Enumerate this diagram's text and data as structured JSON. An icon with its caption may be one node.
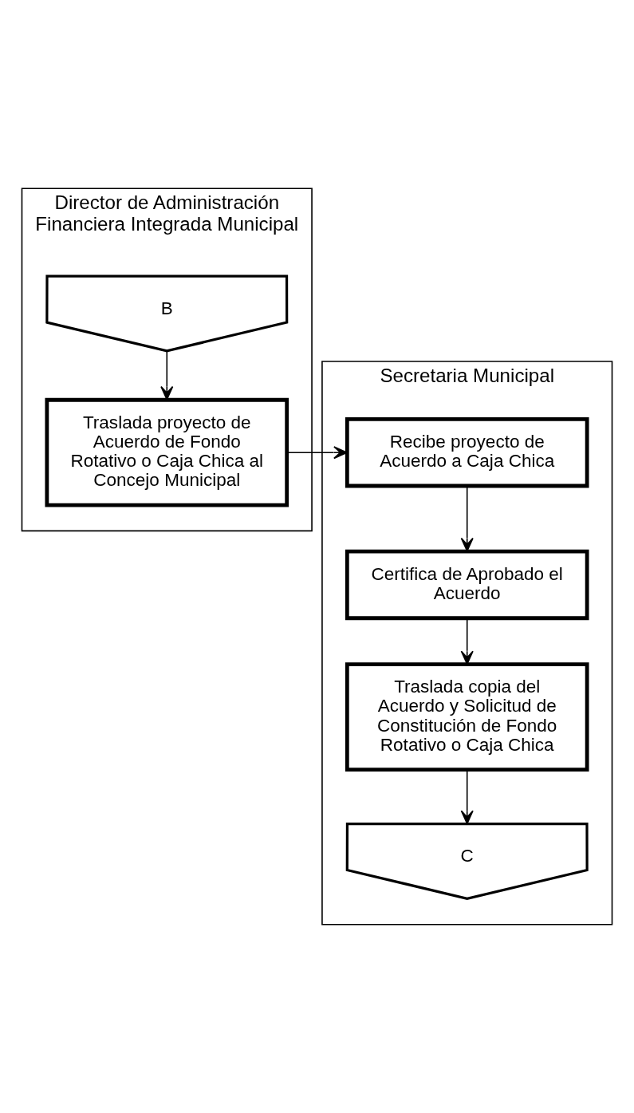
{
  "diagram": {
    "nodes": [
      {
        "text": [
          "Director de Administración Financiera Integrada Municipal"
        ]
      },
      {
        "text": [
          "Secretaria Municipal"
        ]
      },
      {
        "text": [
          "B"
        ],
        "in": 0
      },
      {
        "text": [
          "Traslada proyecto de Acuerdo de Fondo Rotativo o Caja Chica al Concejo Municipal"
        ],
        "in": 0
      },
      {
        "text": [
          "Recibe proyecto de Acuerdo a Caja Chica"
        ],
        "in": 1
      },
      {
        "text": [
          "Certifica de Aprobado el Acuerdo"
        ],
        "in": 1
      },
      {
        "text": [
          "Traslada copia del Acuerdo y Solicitud de Constitución de Fondo Rotativo o Caja Chica"
        ],
        "in": 1
      },
      {
        "text": [
          "C"
        ],
        "in": 1
      }
    ],
    "edges": [
      {
        "from": 2,
        "to": 3,
        "arrow": "to"
      },
      {
        "from": 3,
        "to": 4,
        "arrow": "to"
      },
      {
        "from": 4,
        "to": 5,
        "arrow": "to"
      },
      {
        "from": 5,
        "to": 6,
        "arrow": "to"
      },
      {
        "from": 6,
        "to": 7,
        "arrow": "to"
      }
    ]
  }
}
